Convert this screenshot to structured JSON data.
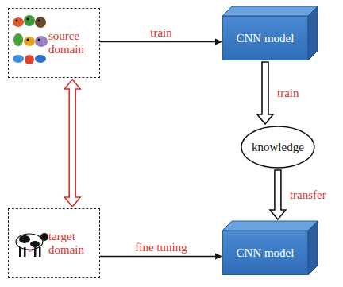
{
  "diagram": {
    "nodes": [
      {
        "text": [
          "source domain"
        ]
      },
      {
        "text": [
          "CNN model"
        ]
      },
      {
        "text": [
          "knowledge"
        ]
      },
      {
        "text": [
          "target domain"
        ]
      },
      {
        "text": [
          "CNN model"
        ]
      }
    ],
    "edges": [
      {
        "from": 0,
        "to": 1,
        "arrow": "to",
        "label": "train"
      },
      {
        "from": 1,
        "to": 2,
        "arrow": "to",
        "label": "train"
      },
      {
        "from": 2,
        "to": 4,
        "arrow": "to",
        "label": "transfer"
      },
      {
        "from": 0,
        "to": 3,
        "arrow": "both"
      },
      {
        "from": 3,
        "to": 4,
        "arrow": "to",
        "label": "fine tuning"
      }
    ]
  }
}
